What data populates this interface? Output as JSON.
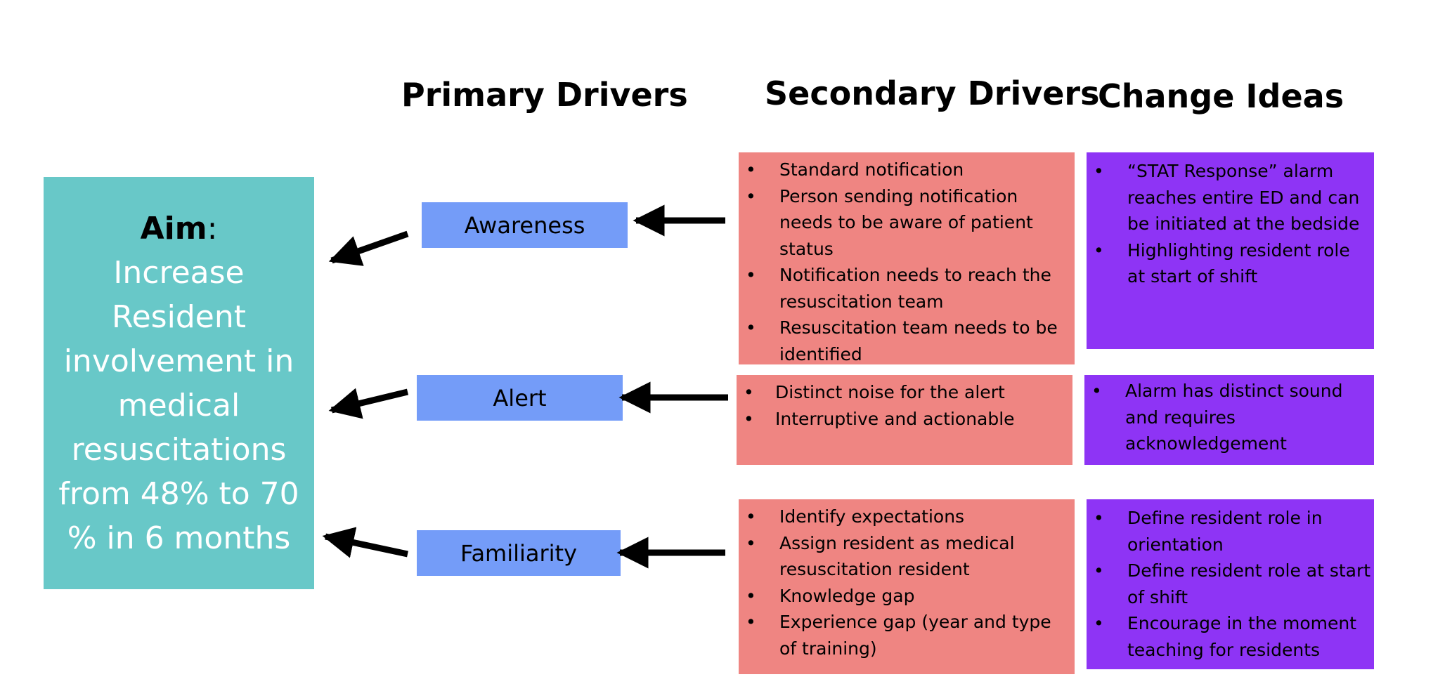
{
  "headers": {
    "primary": "Primary Drivers",
    "secondary": "Secondary Drivers",
    "change": "Change Ideas"
  },
  "aim": {
    "label": "Aim",
    "colon": ":",
    "text": "Increase Resident involvement in medical resuscitations from 48% to 70 % in 6 months"
  },
  "drivers": [
    {
      "name": "Awareness",
      "secondary": [
        "Standard notification",
        "Person sending notification needs to be aware of patient status",
        "Notification needs to reach the resuscitation team",
        "Resuscitation team needs to be identified"
      ],
      "changes": [
        "“STAT Response” alarm reaches entire ED and can be initiated at the bedside",
        "Highlighting resident role at start of shift"
      ]
    },
    {
      "name": "Alert",
      "secondary": [
        "Distinct noise for the alert",
        "Interruptive and actionable"
      ],
      "changes": [
        "Alarm has distinct sound and requires acknowledgement"
      ]
    },
    {
      "name": "Familiarity",
      "secondary": [
        "Identify expectations",
        "Assign resident as medical resuscitation resident",
        "Knowledge gap",
        "Experience gap (year and type of training)"
      ],
      "changes": [
        "Define resident role in orientation",
        "Define resident role at start of shift",
        "Encourage in the moment teaching for residents"
      ]
    }
  ],
  "colors": {
    "aim_box": "#68c8c8",
    "driver_box": "#749cf8",
    "secondary_box": "#ef8582",
    "change_box": "#8e34f5",
    "arrow": "#000000"
  }
}
